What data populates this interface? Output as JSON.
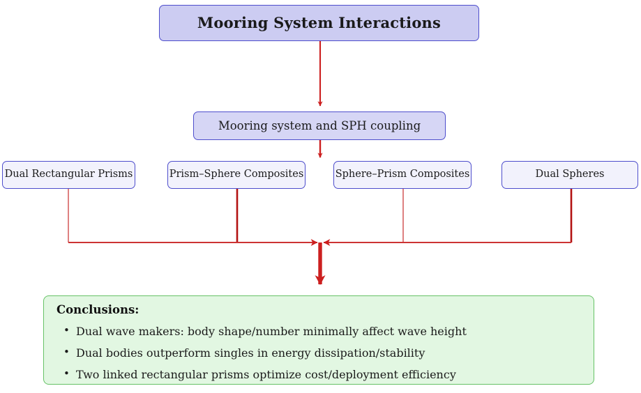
{
  "diagram": {
    "title_node": {
      "label": "Mooring System Interactions"
    },
    "mid_node": {
      "label": "Mooring system and SPH coupling"
    },
    "leaf_nodes": [
      {
        "label": "Dual Rectangular Prisms"
      },
      {
        "label": "Prism–Sphere Composites"
      },
      {
        "label": "Sphere–Prism Composites"
      },
      {
        "label": "Dual Spheres"
      }
    ],
    "conclusions": {
      "heading": "Conclusions:",
      "bullet_glyph": "•",
      "items": [
        "Dual wave makers: body shape/number minimally affect wave height",
        "Dual bodies outperform singles in energy dissipation/stability",
        "Two linked rectangular prisms optimize cost/deployment efficiency"
      ]
    },
    "colors": {
      "node_border": "#4d4dcc",
      "title_fill": "#ccccf2",
      "mid_fill": "#d6d6f5",
      "leaf_fill": "#f2f2fc",
      "connector": "#cc1f1f",
      "connector_dark": "#b31212",
      "conclusions_fill": "#e2f7e2",
      "conclusions_border": "#66c266"
    }
  }
}
